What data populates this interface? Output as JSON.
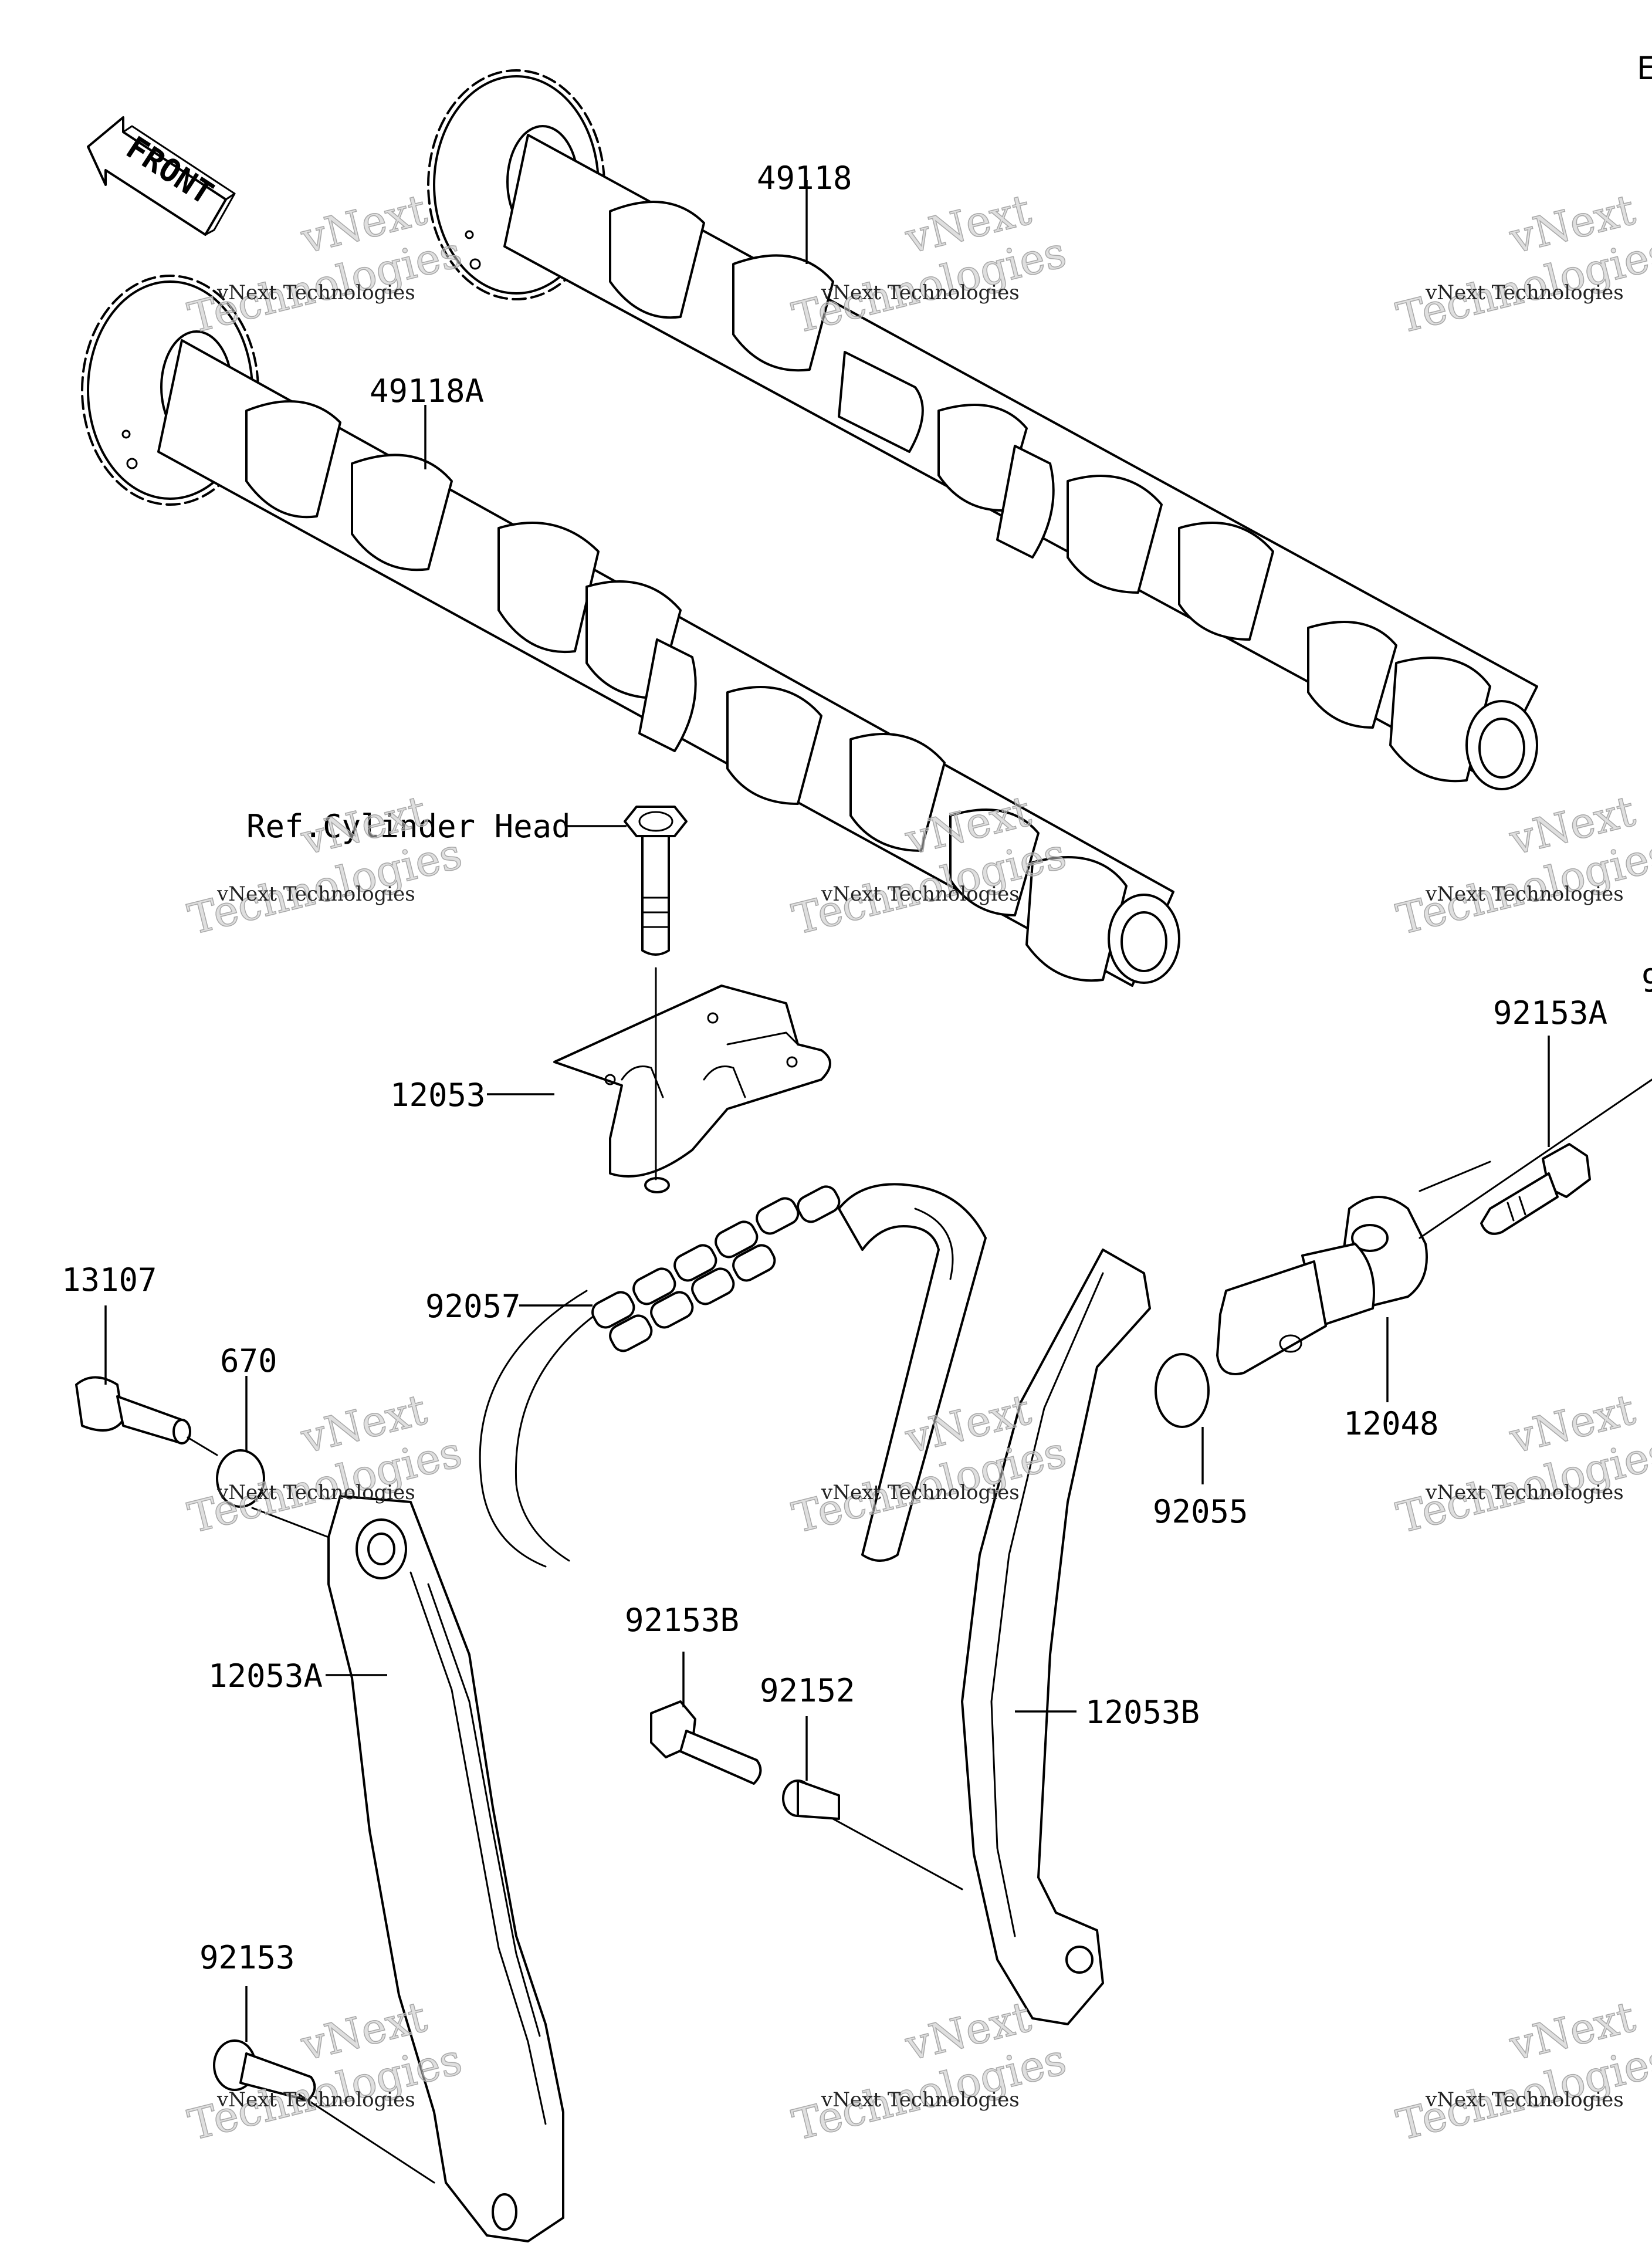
{
  "diagram": {
    "front_label": "FRONT",
    "edge_fragments": [
      "E",
      "9"
    ],
    "watermark": {
      "line1": "vNext",
      "line2": "Technologies",
      "caption": "vNext Technologies"
    },
    "parts": [
      {
        "key": "camshaft_exhaust",
        "number": "49118"
      },
      {
        "key": "camshaft_intake",
        "number": "49118A"
      },
      {
        "key": "ref_cylinder_head",
        "number": "Ref.Cylinder Head"
      },
      {
        "key": "upper_chain_guide",
        "number": "12053"
      },
      {
        "key": "tensioner_bolt",
        "number": "92153A"
      },
      {
        "key": "pivot_bolt",
        "number": "13107"
      },
      {
        "key": "o_ring",
        "number": "670"
      },
      {
        "key": "cam_chain",
        "number": "92057"
      },
      {
        "key": "tensioner",
        "number": "12048"
      },
      {
        "key": "tensioner_o_ring",
        "number": "92055"
      },
      {
        "key": "tensioner_guide",
        "number": "12053A"
      },
      {
        "key": "guide_bolt_b",
        "number": "92153B"
      },
      {
        "key": "collar",
        "number": "92152"
      },
      {
        "key": "chain_guide_b",
        "number": "12053B"
      },
      {
        "key": "guide_bolt",
        "number": "92153"
      }
    ]
  }
}
